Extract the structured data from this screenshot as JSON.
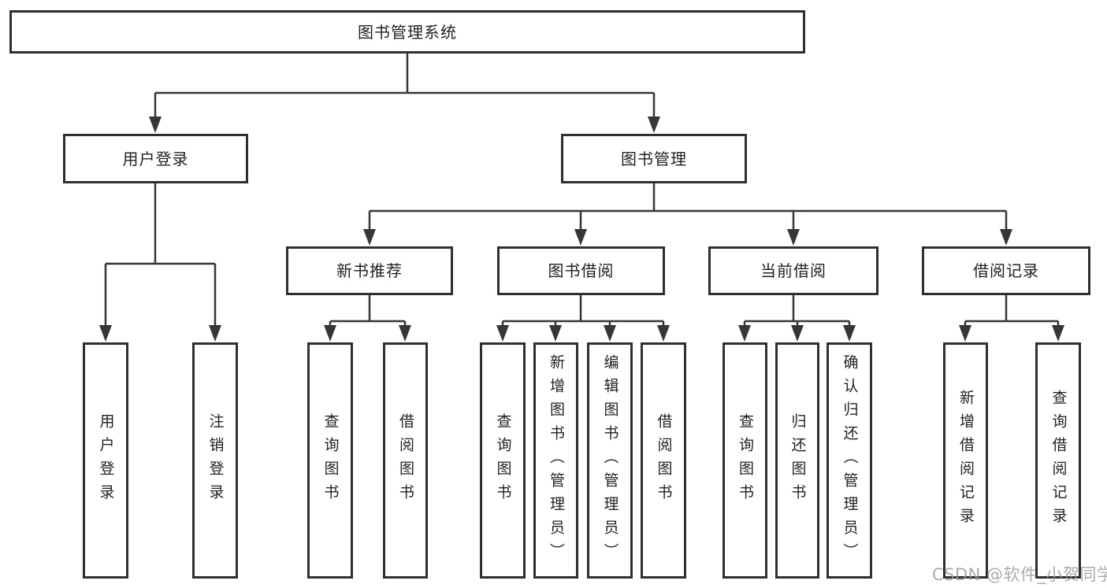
{
  "tree": {
    "label": "图书管理系统",
    "children": [
      {
        "label": "用户登录",
        "children": [
          {
            "label": "用户登录"
          },
          {
            "label": "注销登录"
          }
        ]
      },
      {
        "label": "图书管理",
        "children": [
          {
            "label": "新书推荐",
            "children": [
              {
                "label": "查询图书"
              },
              {
                "label": "借阅图书"
              }
            ]
          },
          {
            "label": "图书借阅",
            "children": [
              {
                "label": "查询图书"
              },
              {
                "label": "新增图书（管理员）"
              },
              {
                "label": "编辑图书（管理员）"
              },
              {
                "label": "借阅图书"
              }
            ]
          },
          {
            "label": "当前借阅",
            "children": [
              {
                "label": "查询图书"
              },
              {
                "label": "归还图书"
              },
              {
                "label": "确认归还（管理员）"
              }
            ]
          },
          {
            "label": "借阅记录",
            "children": [
              {
                "label": "新增借阅记录"
              },
              {
                "label": "查询借阅记录"
              }
            ]
          }
        ]
      }
    ]
  },
  "watermark": "CSDN @软件_小贺同学",
  "colors": {
    "line": "#363636",
    "box_border": "#2f2f2f",
    "text": "#222222",
    "watermark": "#969696"
  }
}
